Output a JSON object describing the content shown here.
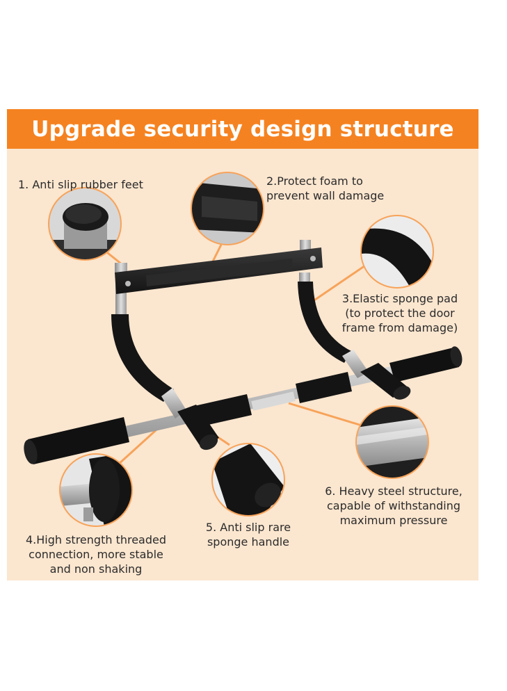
{
  "banner": {
    "title": "Upgrade security design structure",
    "color": "#f58220"
  },
  "background_color": "#fbe6cf",
  "accent_line_color": "#f7a35a",
  "features": [
    {
      "label": "1. Anti slip rubber feet"
    },
    {
      "label": "2.Protect foam to\nprevent wall damage"
    },
    {
      "label": "3.Elastic sponge pad\n(to protect the door\nframe from damage)"
    },
    {
      "label": "4.High strength threaded\nconnection, more stable\nand non shaking"
    },
    {
      "label": "5. Anti slip rare\nsponge handle"
    },
    {
      "label": "6. Heavy steel structure,\ncapable of withstanding\nmaximum pressure"
    }
  ]
}
